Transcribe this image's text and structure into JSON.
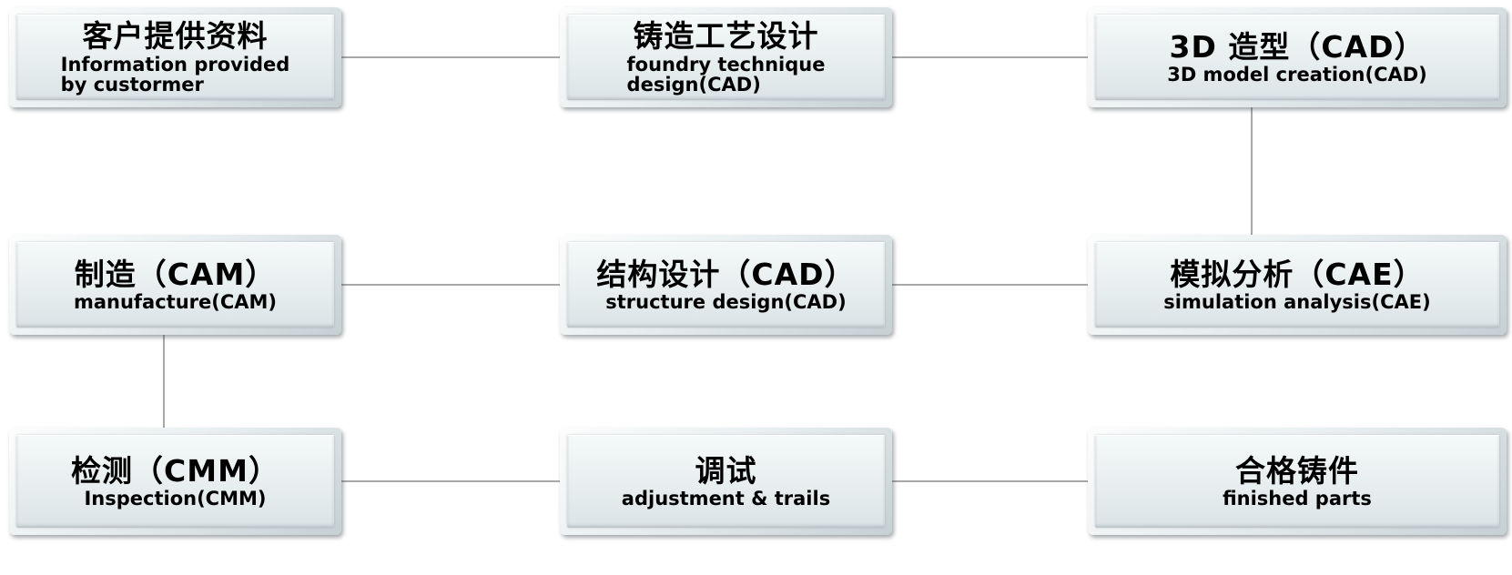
{
  "nodes": {
    "customer_info": {
      "title": "客户提供资料",
      "subtitle": "Information provided\nby custormer"
    },
    "foundry_design": {
      "title": "铸造工艺设计",
      "subtitle": "foundry technique\ndesign(CAD)"
    },
    "model_3d": {
      "title": "3D 造型（CAD）",
      "subtitle": "3D model creation(CAD)"
    },
    "manufacture": {
      "title": "制造（CAM）",
      "subtitle": "manufacture(CAM)"
    },
    "structure_design": {
      "title": "结构设计（CAD）",
      "subtitle": "structure design(CAD)"
    },
    "simulation": {
      "title": "模拟分析（CAE）",
      "subtitle": "simulation analysis(CAE)"
    },
    "inspection": {
      "title": "检测（CMM）",
      "subtitle": "Inspection(CMM)"
    },
    "adjustment": {
      "title": "调试",
      "subtitle": "adjustment & trails"
    },
    "finished_parts": {
      "title": "合格铸件",
      "subtitle": "finished parts"
    }
  },
  "connector_color": "#a8a8a8"
}
